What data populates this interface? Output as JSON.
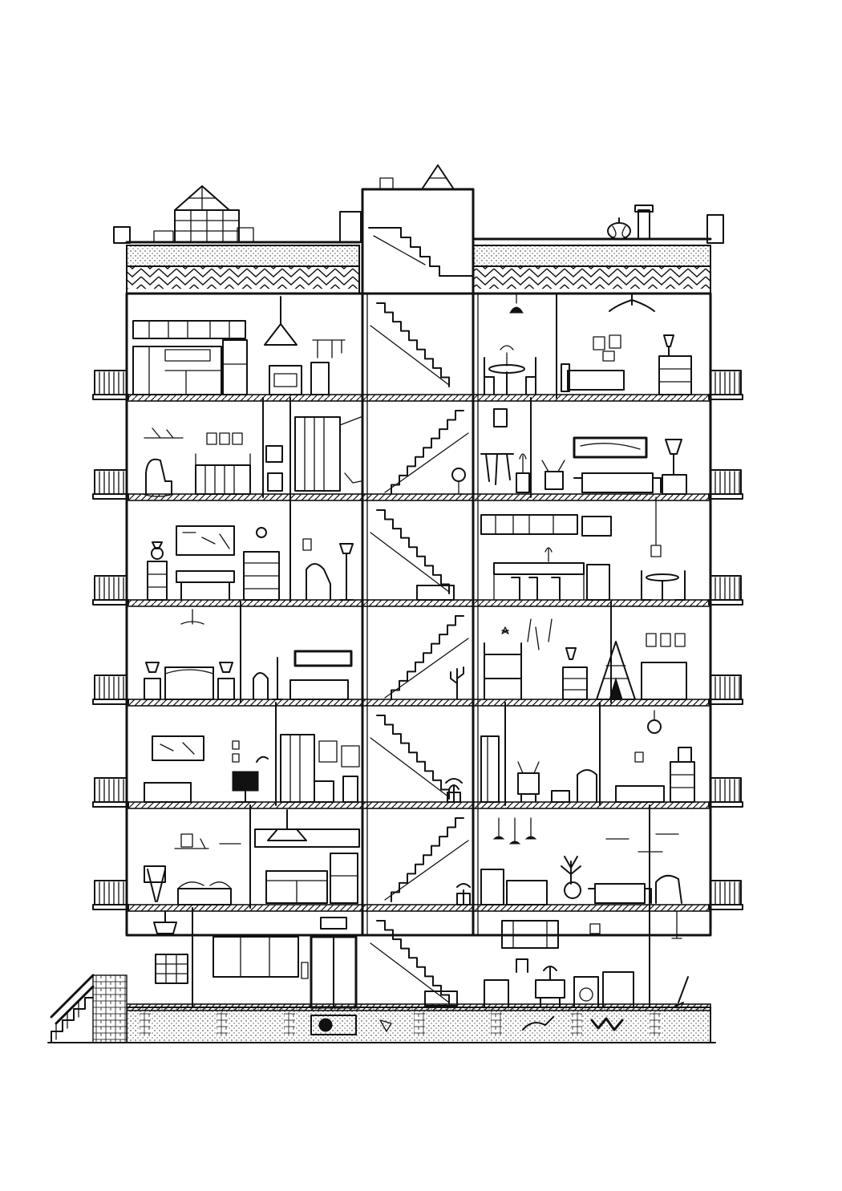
{
  "illustration": {
    "ink_color": "#111111",
    "paper_color": "#ffffff",
    "floors": 7,
    "rooms": [
      {
        "floor": 7,
        "side": "left",
        "name": "kitchen"
      },
      {
        "floor": 7,
        "side": "right",
        "name": "dining-room"
      },
      {
        "floor": 7,
        "side": "right",
        "name": "bedroom"
      },
      {
        "floor": 6,
        "side": "left",
        "name": "nursery"
      },
      {
        "floor": 6,
        "side": "left",
        "name": "bathroom"
      },
      {
        "floor": 6,
        "side": "right",
        "name": "laundry"
      },
      {
        "floor": 6,
        "side": "right",
        "name": "living-room"
      },
      {
        "floor": 5,
        "side": "left",
        "name": "study"
      },
      {
        "floor": 5,
        "side": "left",
        "name": "reading-nook"
      },
      {
        "floor": 5,
        "side": "right",
        "name": "kitchen"
      },
      {
        "floor": 5,
        "side": "right",
        "name": "dining-nook"
      },
      {
        "floor": 4,
        "side": "left",
        "name": "bedroom"
      },
      {
        "floor": 4,
        "side": "left",
        "name": "lounge"
      },
      {
        "floor": 4,
        "side": "right",
        "name": "kids-room"
      },
      {
        "floor": 3,
        "side": "left",
        "name": "office"
      },
      {
        "floor": 3,
        "side": "left",
        "name": "bathroom"
      },
      {
        "floor": 3,
        "side": "right",
        "name": "tv-room"
      },
      {
        "floor": 3,
        "side": "right",
        "name": "bedroom"
      },
      {
        "floor": 2,
        "side": "left",
        "name": "art-room"
      },
      {
        "floor": 2,
        "side": "left",
        "name": "kitchen"
      },
      {
        "floor": 2,
        "side": "right",
        "name": "living-room"
      },
      {
        "floor": 1,
        "side": "left",
        "name": "lobby"
      },
      {
        "floor": 1,
        "side": "left",
        "name": "elevator"
      },
      {
        "floor": 1,
        "side": "right",
        "name": "laundry"
      }
    ],
    "icons": [
      "stairs-icon",
      "lamp-icon",
      "sofa-icon",
      "bed-icon",
      "plant-icon",
      "tv-icon",
      "teepee-icon",
      "elevator-icon",
      "pumpkin-icon",
      "chimney-icon"
    ]
  }
}
